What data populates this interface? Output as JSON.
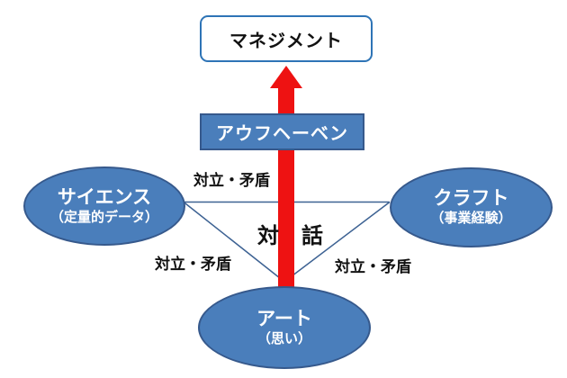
{
  "diagram": {
    "title_node": {
      "label": "マネジメント"
    },
    "aufheben_node": {
      "label": "アウフヘーベン"
    },
    "science_node": {
      "label": "サイエンス",
      "sublabel": "（定量的データ）"
    },
    "craft_node": {
      "label": "クラフト",
      "sublabel": "（事業経験）"
    },
    "art_node": {
      "label": "アート",
      "sublabel": "（思い）"
    },
    "dialogue_label": "対話",
    "conflict_labels": {
      "top": "対立・矛盾",
      "bottom_left": "対立・矛盾",
      "bottom_right": "対立・矛盾"
    },
    "colors": {
      "node_fill": "#4a7ebb",
      "node_border": "#36598c",
      "box_border": "#2e74b6",
      "arrow_red": "#ee1212",
      "triangle_line": "#3d6293"
    }
  }
}
